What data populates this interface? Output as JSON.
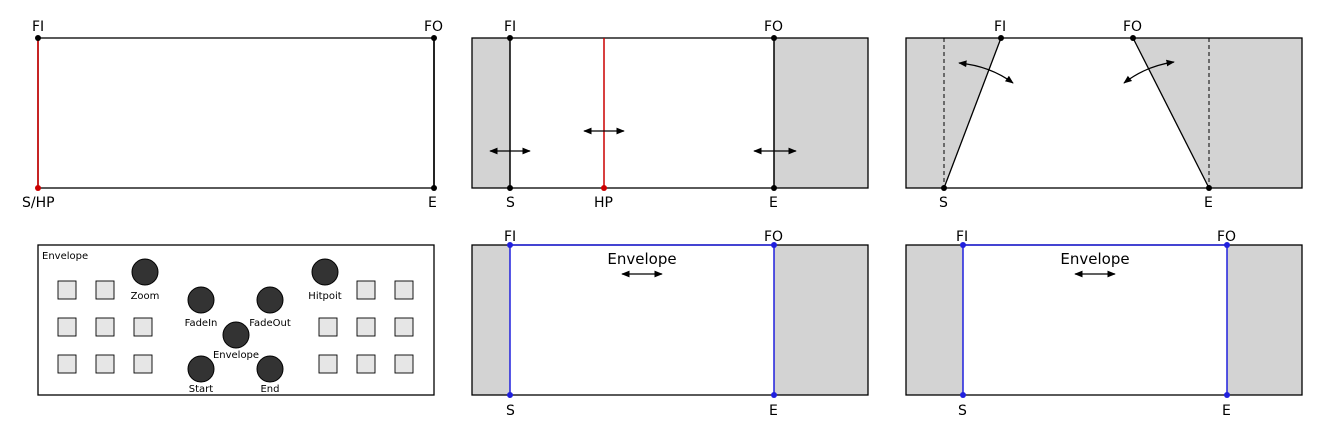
{
  "colors": {
    "black": "#000000",
    "red": "#cc0000",
    "blue": "#2020dd",
    "shade": "#d3d3d3",
    "knob": "#333333",
    "button": "#e6e6e6"
  },
  "panel1": {
    "fi": "FI",
    "fo": "FO",
    "shp": "S/HP",
    "e": "E"
  },
  "panel2": {
    "fi": "FI",
    "fo": "FO",
    "s": "S",
    "hp": "HP",
    "e": "E"
  },
  "panel3": {
    "fi": "FI",
    "fo": "FO",
    "s": "S",
    "e": "E"
  },
  "controller": {
    "title": "Envelope",
    "knobs": {
      "zoom": "Zoom",
      "fadein": "FadeIn",
      "fadeout": "FadeOut",
      "envelope": "Envelope",
      "start": "Start",
      "end": "End",
      "hitpoint": "Hitpoit"
    }
  },
  "panel5": {
    "fi": "FI",
    "fo": "FO",
    "s": "S",
    "e": "E",
    "envelope": "Envelope"
  },
  "panel6": {
    "fi": "FI",
    "fo": "FO",
    "s": "S",
    "e": "E",
    "envelope": "Envelope"
  }
}
